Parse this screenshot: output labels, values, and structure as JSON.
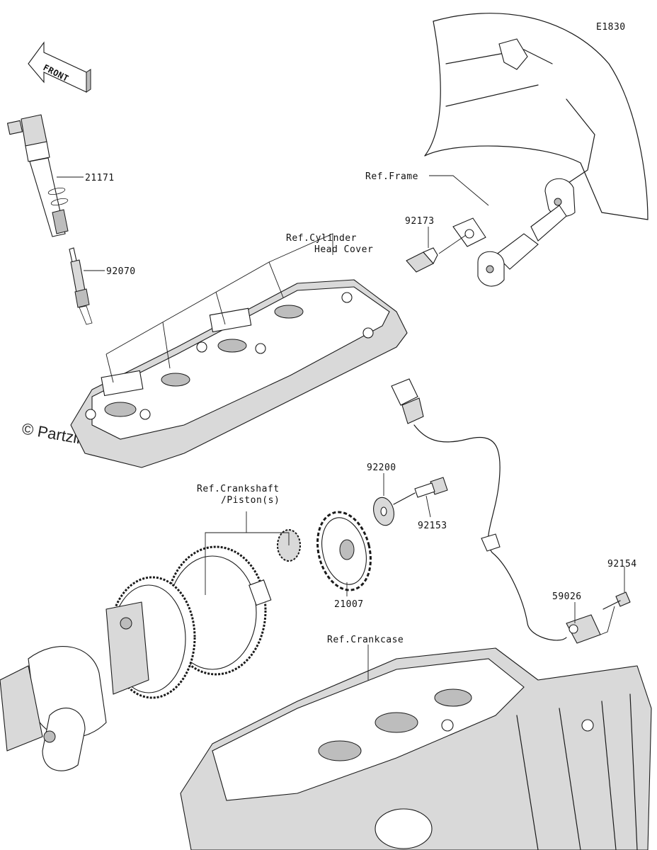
{
  "diagram": {
    "code": "E1830",
    "front_label": "FRONT",
    "watermark": "© Partzilla.com",
    "parts": [
      {
        "id": "21171"
      },
      {
        "id": "92070"
      },
      {
        "id": "92173"
      },
      {
        "id": "92200"
      },
      {
        "id": "92153"
      },
      {
        "id": "21007"
      },
      {
        "id": "92154"
      },
      {
        "id": "59026"
      }
    ],
    "refs": {
      "frame": "Ref.Frame",
      "cylinder_head_1": "Ref.Cylinder",
      "cylinder_head_2": "Head Cover",
      "crankshaft_1": "Ref.Crankshaft",
      "crankshaft_2": "/Piston(s)",
      "crankcase": "Ref.Crankcase"
    }
  }
}
